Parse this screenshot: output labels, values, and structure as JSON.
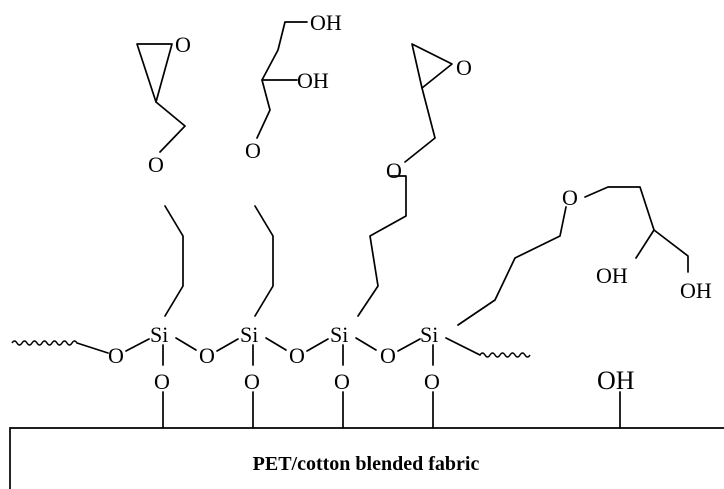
{
  "atoms": {
    "oxygen": "O",
    "silicon": "Si",
    "hydroxyl": "OH"
  },
  "substrate": {
    "label": "PET/cotton blended fabric"
  }
}
